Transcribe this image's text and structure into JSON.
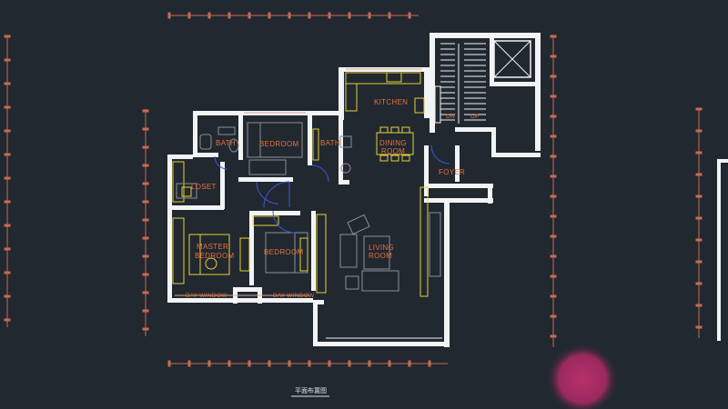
{
  "drawing": {
    "caption": "平面布置图",
    "rooms": {
      "kitchen": "KITCHEN",
      "dining": "DINING",
      "dining2": "ROOM",
      "bath1": "BATH",
      "bedroom1": "BEDROOM",
      "bath2": "BATH",
      "closet": "LOSET",
      "foyer": "FOYER",
      "master1": "MASTER",
      "master2": "BEDROOM",
      "bedroom2": "BEDROOM",
      "living1": "LIVING",
      "living2": "ROOM",
      "bay1": "BAY-WINDOW",
      "bay2": "BAY-WINDOW",
      "stair_dn": "DN",
      "stair_up": "UP"
    }
  },
  "colors": {
    "background": "#212830",
    "walls": "#f2f3f5",
    "labels": "#e8703a",
    "dimensions": "#c96a52",
    "furniture_yellow": "#e3d13a",
    "furniture_gray": "#8a8f98",
    "doors": "#3a57d6",
    "cursor_blob": "#c2306e"
  }
}
